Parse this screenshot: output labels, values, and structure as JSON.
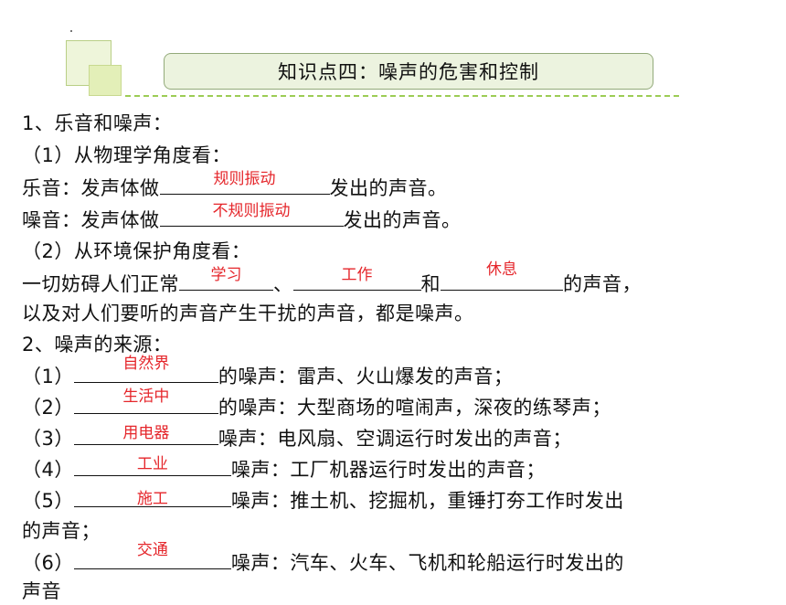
{
  "title": "知识点四：噪声的危害和控制",
  "s1": {
    "heading": "1、乐音和噪声：",
    "sub1": "（1）从物理学角度看：",
    "music_pre": "乐音：发声体做",
    "music_ans": "规则振动",
    "music_post": "发出的声音。",
    "noise_pre": "噪音：发声体做",
    "noise_ans": "不规则振动",
    "noise_post": "发出的声音。",
    "sub2": "（2）从环境保护角度看：",
    "env_pre": "一切妨碍人们正常",
    "env_ans1": "学习",
    "env_sep": "、",
    "env_ans2": "工作",
    "env_and": "和",
    "env_ans3": "休息",
    "env_post": "的声音，",
    "env_line2": "以及对人们要听的声音产生干扰的声音，都是噪声。"
  },
  "s2": {
    "heading": "2、噪声的来源：",
    "items": [
      {
        "num": "（1）",
        "ans": "自然界",
        "text": "的噪声：雷声、火山爆发的声音；"
      },
      {
        "num": "（2）",
        "ans": "生活中",
        "text": "的噪声：大型商场的喧闹声，深夜的练琴声；"
      },
      {
        "num": "（3）",
        "ans": "用电器",
        "text": "噪声：电风扇、空调运行时发出的声音；"
      },
      {
        "num": "（4）",
        "ans": "工业",
        "text": "噪声：工厂机器运行时发出的声音；"
      },
      {
        "num": "（5）",
        "ans": "施工",
        "text": "噪声：推土机、挖掘机，重锤打夯工作时发出"
      },
      {
        "num": "（6）",
        "ans": "交通",
        "text": "噪声：汽车、火车、飞机和轮船运行时发出的"
      }
    ],
    "item5_cont": "的声音；",
    "item6_cont": "声音"
  }
}
